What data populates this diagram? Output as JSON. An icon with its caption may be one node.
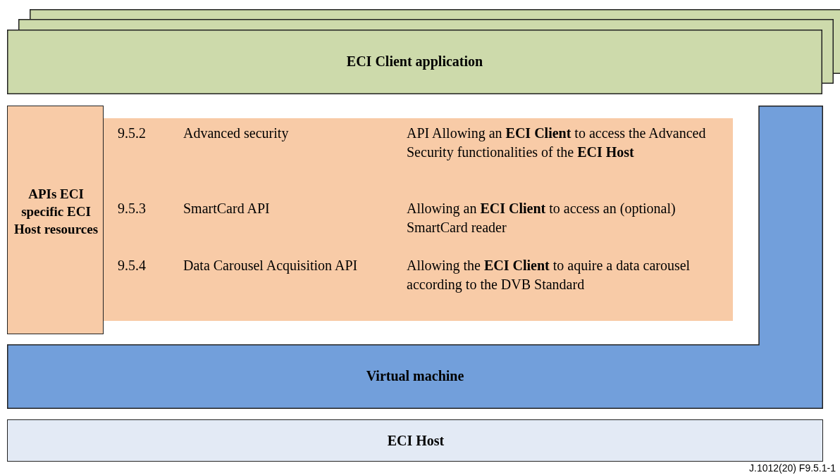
{
  "diagram": {
    "nodes": [
      {
        "text": [
          "ECI Client application"
        ]
      },
      {
        "text": [
          "APIs ECI specific ECI Host resources"
        ]
      },
      {
        "text": [
          "Virtual machine"
        ]
      },
      {
        "text": [
          "9.5.2",
          "Advanced security",
          "API Allowing an **ECI Client** to access the Advanced Security functionalities of the **ECI Host**",
          "9.5.3",
          "SmartCard API",
          "Allowing an **ECI Client** to access an (optional) SmartCard reader",
          "9.5.4",
          "Data Carousel Acquisition API",
          "Allowing the **ECI Client** to aquire a data carousel according to the DVB Standard"
        ]
      },
      {
        "text": [
          "ECI Host"
        ]
      }
    ],
    "edges": [],
    "labels": [
      "J.1012(20) F9.5.1-1"
    ]
  }
}
